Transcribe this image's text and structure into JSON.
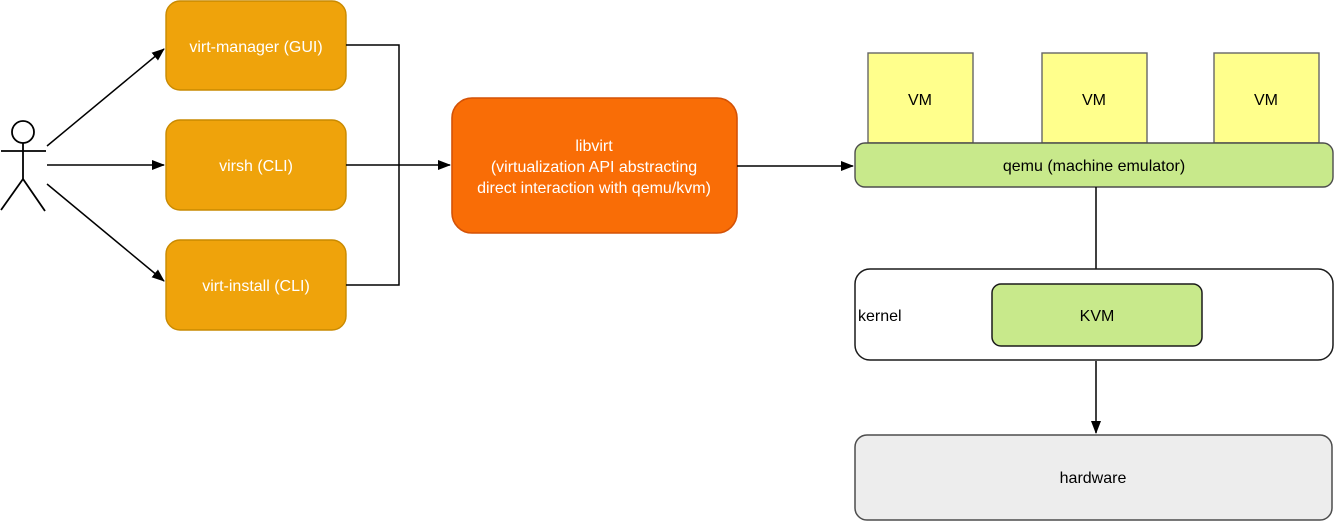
{
  "colors": {
    "background": "#ffffff",
    "amber_fill": "#EFA30B",
    "amber_border": "#C98A00",
    "orange_fill": "#F96D06",
    "orange_border": "#D45206",
    "yellow_fill": "#FFFF8C",
    "yellow_border": "#666666",
    "green_fill": "#C8E98B",
    "qemu_border": "#4D4D4D",
    "dark_border": "#1A1A1A",
    "gray_fill": "#EDEDED",
    "gray_border": "#4D4D4D",
    "kernel_fill": "#FFFFFF",
    "line": "#000000",
    "white_text": "#FFFFFF",
    "black_text": "#000000"
  },
  "actor": {
    "icon": "stick-figure-person"
  },
  "tools": [
    {
      "label": "virt-manager (GUI)"
    },
    {
      "label": "virsh (CLI)"
    },
    {
      "label": "virt-install (CLI)"
    }
  ],
  "libvirt": {
    "lines": [
      "libvirt",
      "(virtualization API abstracting",
      "direct interaction with qemu/kvm)"
    ]
  },
  "vms": [
    "VM",
    "VM",
    "VM"
  ],
  "qemu": {
    "label": "qemu (machine emulator)"
  },
  "kernel": {
    "label": "kernel"
  },
  "kvm": {
    "label": "KVM"
  },
  "hardware": {
    "label": "hardware"
  }
}
